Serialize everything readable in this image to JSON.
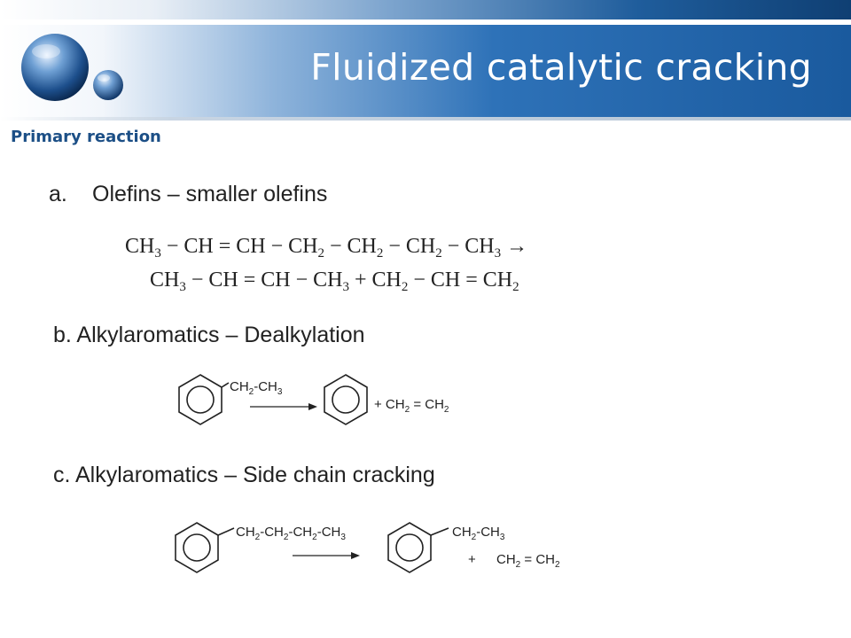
{
  "slide": {
    "title": "Fluidized catalytic cracking",
    "subtitle": "Primary reaction"
  },
  "items": [
    {
      "marker": "a.",
      "text": "Olefins – smaller olefins"
    },
    {
      "text": "b. Alkylaromatics – Dealkylation"
    },
    {
      "text": "c. Alkylaromatics – Side chain cracking"
    }
  ],
  "equation_a": {
    "line1": [
      "CH",
      "3",
      " − CH = CH − CH",
      "2",
      " − CH",
      "2",
      " − CH",
      "2",
      " − CH",
      "3",
      " →"
    ],
    "line2": [
      "CH",
      "3",
      " − CH = CH − CH",
      "3",
      " + CH",
      "2",
      " − CH = CH",
      "2"
    ]
  },
  "scheme_b": {
    "substituent": [
      "CH",
      "2",
      "-CH",
      "3"
    ],
    "products": [
      "+ CH",
      "2",
      " = CH",
      "2"
    ]
  },
  "scheme_c": {
    "substituent": [
      "CH",
      "2",
      "-CH",
      "2",
      "-CH",
      "2",
      "-CH",
      "3"
    ],
    "product_substituent": [
      "CH",
      "2",
      "-CH",
      "3"
    ],
    "plus": "+",
    "product_2": [
      "CH",
      "2",
      " = CH",
      "2"
    ]
  },
  "icons": {
    "logo": "blue-spheres-logo",
    "benzene": "benzene-ring-icon",
    "arrow": "reaction-arrow-icon"
  },
  "colors": {
    "header_blue": "#1a5a9e",
    "subtitle_blue": "#1c4f86",
    "title_text": "#ffffff"
  }
}
